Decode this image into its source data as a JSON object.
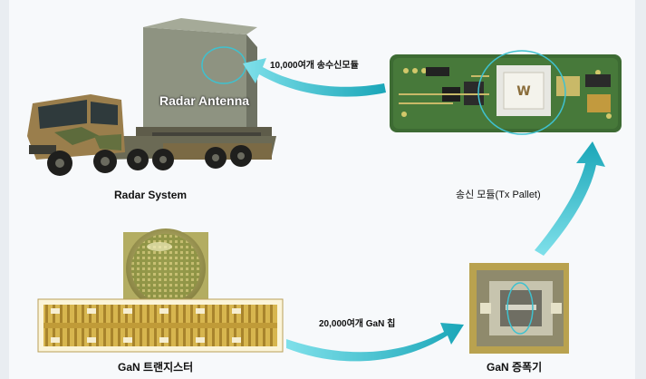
{
  "labels": {
    "radar_antenna": "Radar Antenna",
    "radar_system": "Radar System",
    "antenna_modules": "10,000여개 송수신모듈",
    "tx_pallet": "송신 모듈(Tx Pallet)",
    "gan_chips": "20,000여개 GaN 칩",
    "gan_transistor": "GaN 트랜지스터",
    "gan_amplifier": "GaN 증폭기"
  },
  "colors": {
    "arrow": "#38c0cf",
    "arrow_dark": "#1a9fb1",
    "pcb": "#3d6b33",
    "gold": "#d9b85a",
    "camo_tan": "#a88a5a",
    "camo_green": "#5f6f3f",
    "antenna_gray": "#8f9484"
  }
}
